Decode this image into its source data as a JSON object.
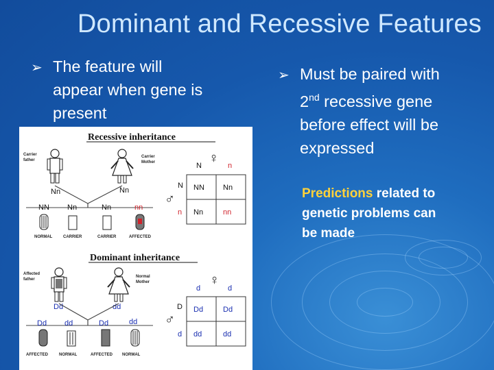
{
  "title": "Dominant and Recessive Features",
  "left_bullet": [
    "The feature will",
    "appear when gene is",
    "present"
  ],
  "right_bullet": {
    "line1": "Must be paired with",
    "line2_pre": "2",
    "line2_sup": "nd",
    "line2_post": " recessive gene",
    "line3": "before effect will be",
    "line4": "expressed"
  },
  "predictions": {
    "highlight": "Predictions",
    "rest_line1": " related to",
    "line2": "genetic problems can",
    "line3": "be made"
  },
  "colors": {
    "background": "#1658ac",
    "title": "#cfe8ff",
    "highlight": "#ffd23a"
  },
  "figure": {
    "recessive": {
      "heading": "Recessive inheritance",
      "carrier_father": [
        "Carrier",
        "father"
      ],
      "carrier_mother": [
        "Carrier",
        "Mother"
      ],
      "father_genotype": "Nn",
      "mother_genotype": "Nn",
      "children": [
        {
          "genotype": "NN",
          "label": "NORMAL"
        },
        {
          "genotype": "Nn",
          "label": "CARRIER"
        },
        {
          "genotype": "Nn",
          "label": "CARRIER"
        },
        {
          "genotype": "nn",
          "label": "AFFECTED"
        }
      ],
      "grid": {
        "top": [
          "N",
          "n"
        ],
        "side": [
          "N",
          "n"
        ],
        "cells": [
          [
            "NN",
            "Nn"
          ],
          [
            "Nn",
            "nn"
          ]
        ]
      }
    },
    "dominant": {
      "heading": "Dominant inheritance",
      "affected_father": [
        "Affected",
        "father"
      ],
      "normal_mother": [
        "Normal",
        "Mother"
      ],
      "father_genotype": "Dd",
      "mother_genotype": "dd",
      "children": [
        {
          "genotype": "Dd",
          "label": "AFFECTED"
        },
        {
          "genotype": "dd",
          "label": "NORMAL"
        },
        {
          "genotype": "Dd",
          "label": "AFFECTED"
        },
        {
          "genotype": "dd",
          "label": "NORMAL"
        }
      ],
      "grid": {
        "top": [
          "d",
          "d"
        ],
        "side": [
          "D",
          "d"
        ],
        "cells": [
          [
            "Dd",
            "Dd"
          ],
          [
            "dd",
            "dd"
          ]
        ]
      }
    },
    "female_symbol": "♀",
    "male_symbol": "♂"
  }
}
